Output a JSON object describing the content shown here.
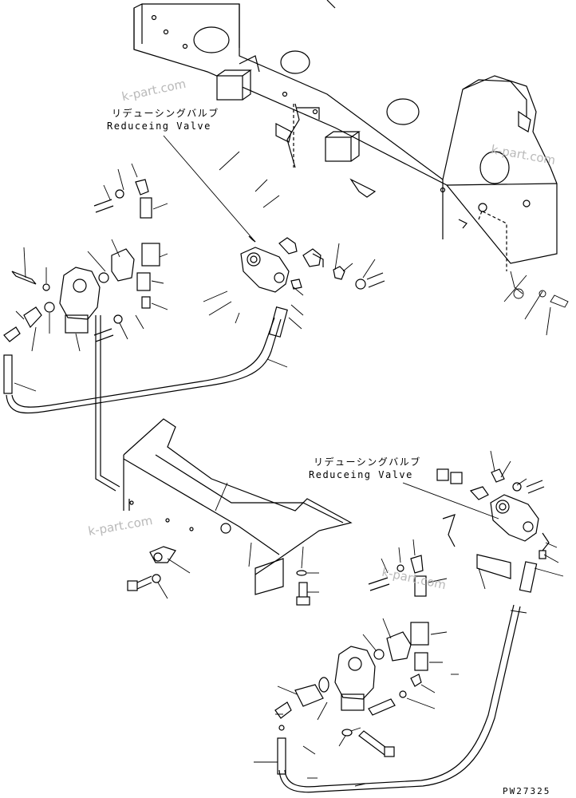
{
  "callouts": {
    "top": {
      "jp": "リデューシングバルブ",
      "en": "Reduceing Valve"
    },
    "bottom": {
      "jp": "リデューシングバルブ",
      "en": "Reduceing Valve"
    }
  },
  "watermarks": [
    "k-part.com",
    "k-part.com",
    "k-part.com",
    "k-part.com"
  ],
  "drawing_code": "PW27325"
}
